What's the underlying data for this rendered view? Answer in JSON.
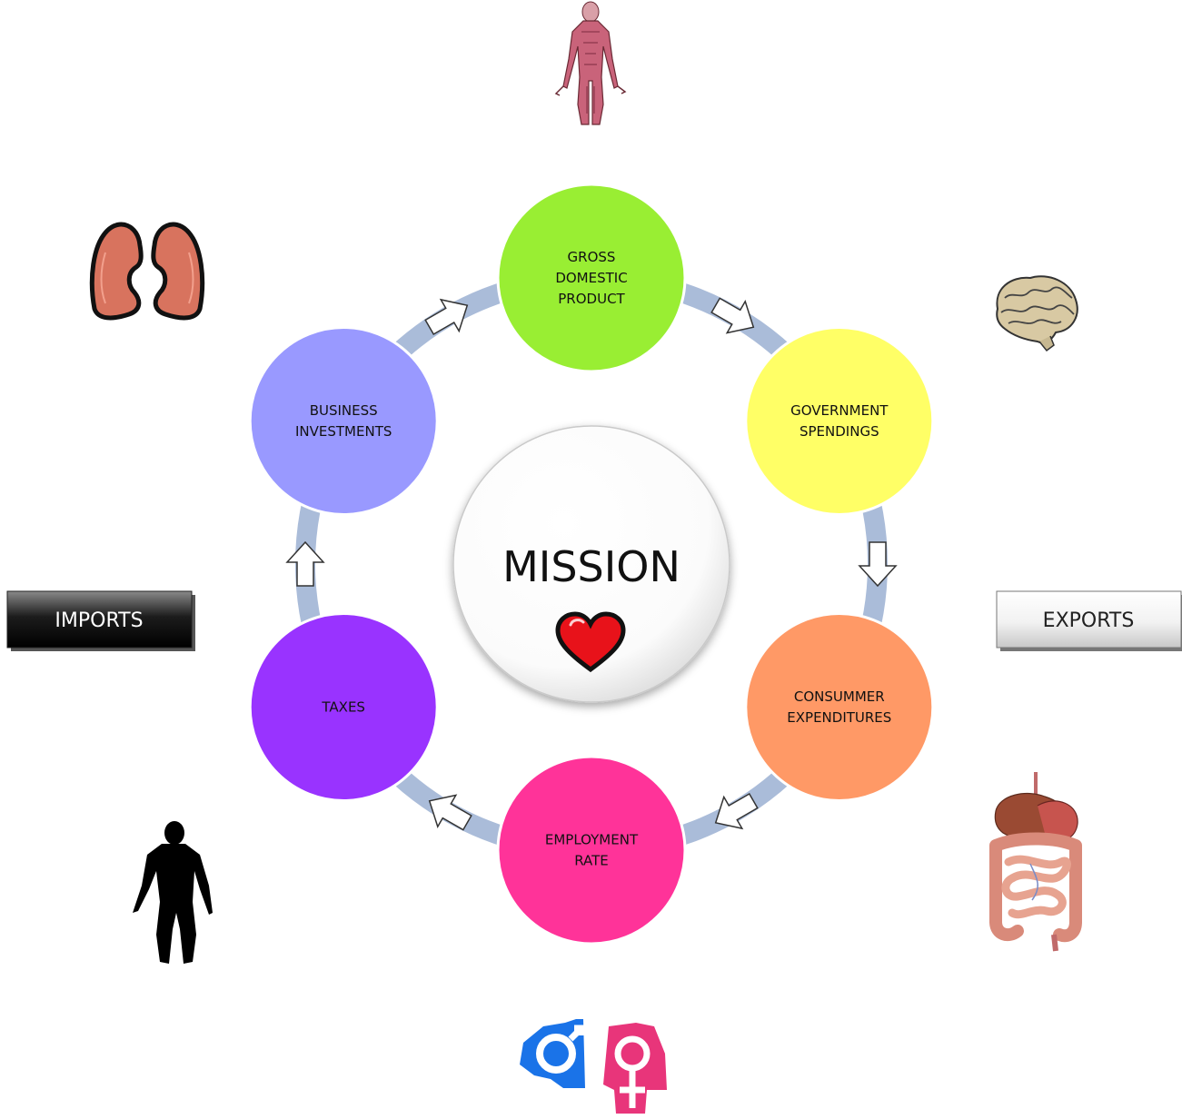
{
  "center": {
    "label": "MISSION",
    "icon": "heart-icon",
    "heart_color": "#e8121a"
  },
  "ring_color": "#aabcd9",
  "nodes": [
    {
      "id": "gdp",
      "lines": [
        "GROSS",
        "DOMESTIC",
        "PRODUCT"
      ],
      "color": "#99ee33"
    },
    {
      "id": "government",
      "lines": [
        "GOVERNMENT",
        "SPENDINGS"
      ],
      "color": "#ffff66"
    },
    {
      "id": "consumer",
      "lines": [
        "CONSUMMER",
        "EXPENDITURES"
      ],
      "color": "#ff9966"
    },
    {
      "id": "employment",
      "lines": [
        "EMPLOYMENT",
        "RATE"
      ],
      "color": "#ff3399"
    },
    {
      "id": "taxes",
      "lines": [
        "TAXES"
      ],
      "color": "#9933ff"
    },
    {
      "id": "business",
      "lines": [
        "BUSINESS",
        "INVESTMENTS"
      ],
      "color": "#9999ff"
    }
  ],
  "imports": {
    "label": "IMPORTS"
  },
  "exports": {
    "label": "EXPORTS"
  },
  "icons": [
    "muscle-body-icon",
    "lungs-icon",
    "brain-icon",
    "digestive-system-icon",
    "human-silhouette-icon",
    "gender-symbols-icon"
  ]
}
